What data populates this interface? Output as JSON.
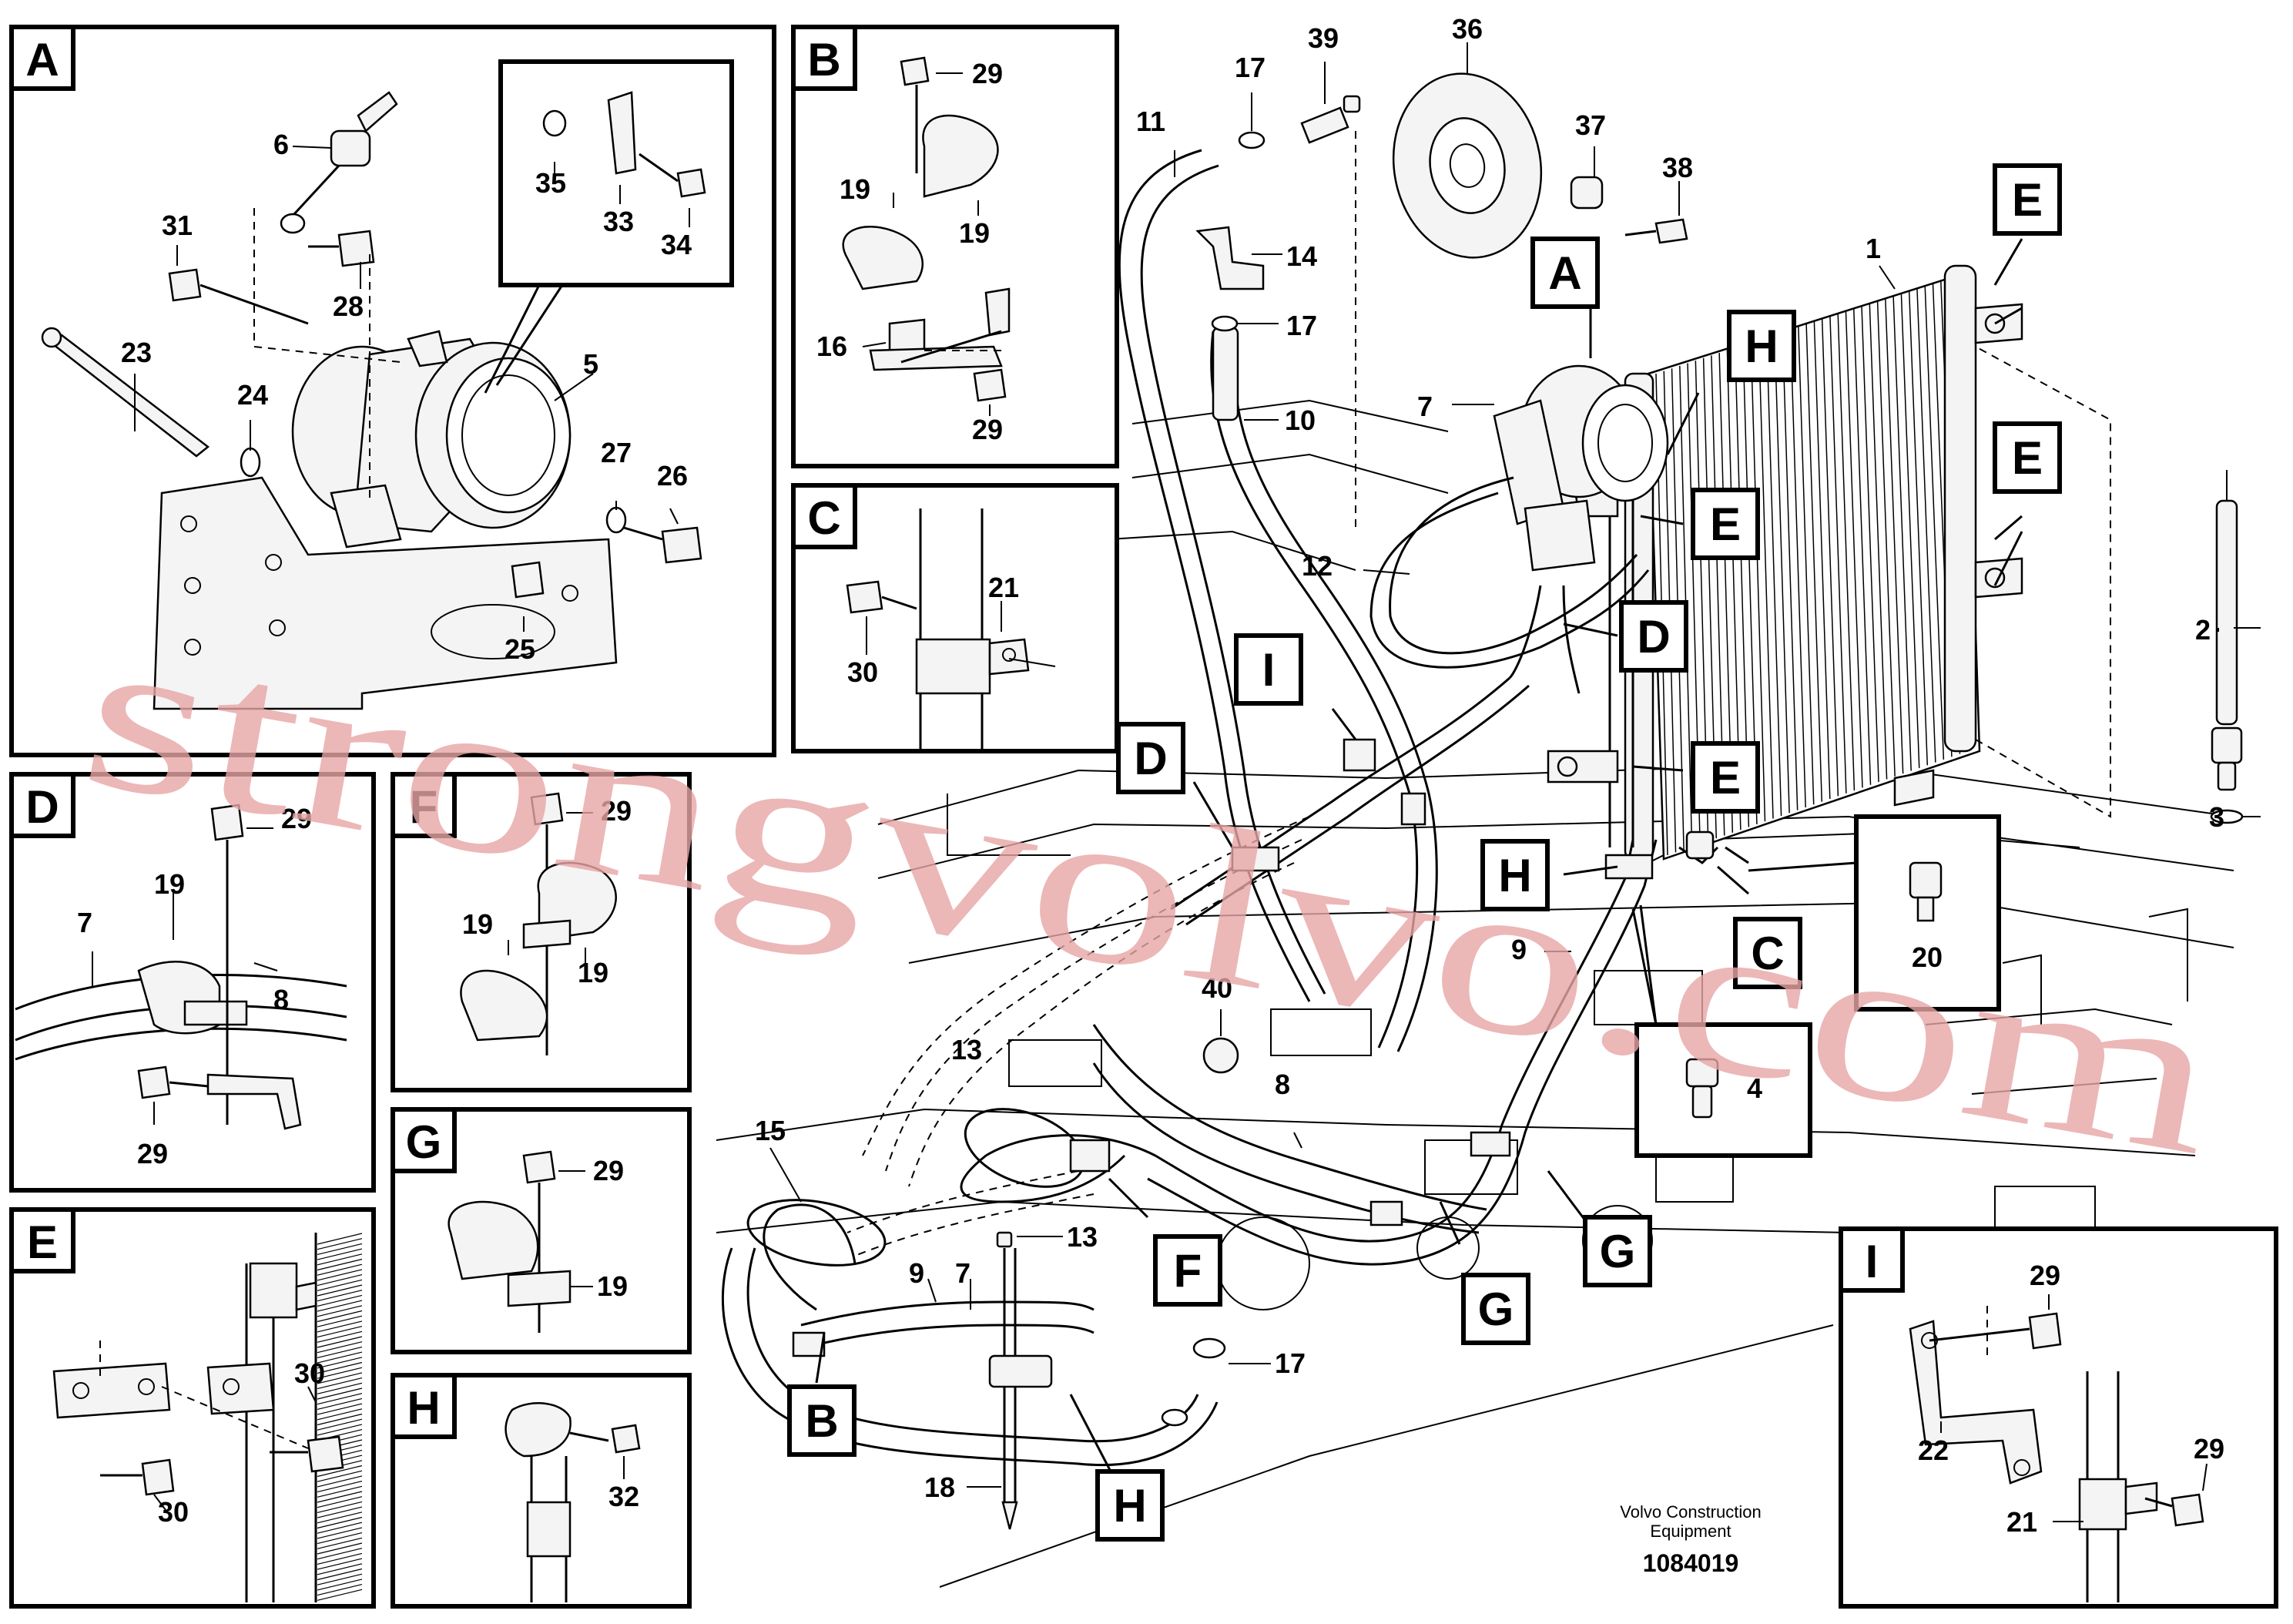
{
  "panels": {
    "A": "A",
    "B": "B",
    "C": "C",
    "D": "D",
    "E": "E",
    "F": "F",
    "G": "G",
    "H": "H",
    "I": "I"
  },
  "callouts": {
    "main": {
      "A": "A",
      "H1": "H",
      "E1": "E",
      "E2": "E",
      "E3": "E",
      "E4": "E",
      "D1": "D",
      "D2": "D",
      "I": "I",
      "H2": "H",
      "C": "C",
      "F": "F",
      "G1": "G",
      "G2": "G",
      "B": "B",
      "H3": "H"
    }
  },
  "part_numbers": {
    "A": [
      "6",
      "31",
      "28",
      "35",
      "33",
      "34",
      "23",
      "24",
      "5",
      "27",
      "26",
      "25"
    ],
    "B": [
      "29",
      "19",
      "19",
      "16",
      "29"
    ],
    "C": [
      "21",
      "30"
    ],
    "D": [
      "29",
      "19",
      "7",
      "8",
      "29"
    ],
    "F": [
      "29",
      "19",
      "19"
    ],
    "G": [
      "29",
      "19"
    ],
    "H": [
      "32"
    ],
    "E": [
      "30",
      "30"
    ],
    "I": [
      "29",
      "22",
      "29",
      "21"
    ],
    "main": [
      "11",
      "17",
      "39",
      "36",
      "37",
      "38",
      "14",
      "17",
      "10",
      "1",
      "7",
      "12",
      "2",
      "3",
      "20",
      "4",
      "9",
      "40",
      "13",
      "15",
      "8",
      "9",
      "7",
      "13",
      "17",
      "18"
    ]
  },
  "brand": {
    "line1": "Volvo Construction",
    "line2": "Equipment",
    "drawing_number": "1084019"
  },
  "watermark": "strongvolvo.com",
  "colors": {
    "ink": "#000000",
    "paper": "#ffffff",
    "watermark": "#e8a6a6"
  }
}
